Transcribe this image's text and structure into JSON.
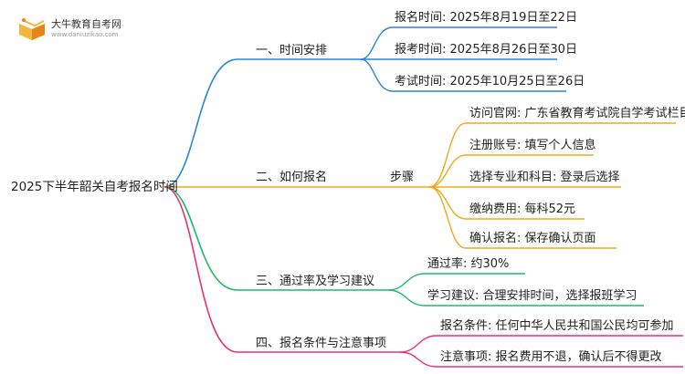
{
  "logo": {
    "title": "大牛教育自考网",
    "url": "www.daniuzikao.com"
  },
  "root": "2025下半年韶关自考报名时间",
  "branches": [
    {
      "label": "一、时间安排",
      "color": "#2a86d8",
      "children": [
        "报名时间: 2025年8月19日至22日",
        "报考时间: 2025年8月26日至30日",
        "考试时间: 2025年10月25日至26日"
      ]
    },
    {
      "label": "二、如何报名",
      "color": "#f0a81e",
      "sub": "步骤",
      "children": [
        "访问官网: 广东省教育考试院自学考试栏目",
        "注册账号: 填写个人信息",
        "选择专业和科目: 登录后选择",
        "缴纳费用: 每科52元",
        "确认报名: 保存确认页面"
      ]
    },
    {
      "label": "三、通过率及学习建议",
      "color": "#1fba6a",
      "children": [
        "通过率: 约30%",
        "学习建议: 合理安排时间，选择报班学习"
      ]
    },
    {
      "label": "四、报名条件与注意事项",
      "color": "#e8336b",
      "children": [
        "报名条件: 任何中华人民共和国公民均可参加",
        "注意事项: 报名费用不退，确认后不得更改"
      ]
    }
  ]
}
